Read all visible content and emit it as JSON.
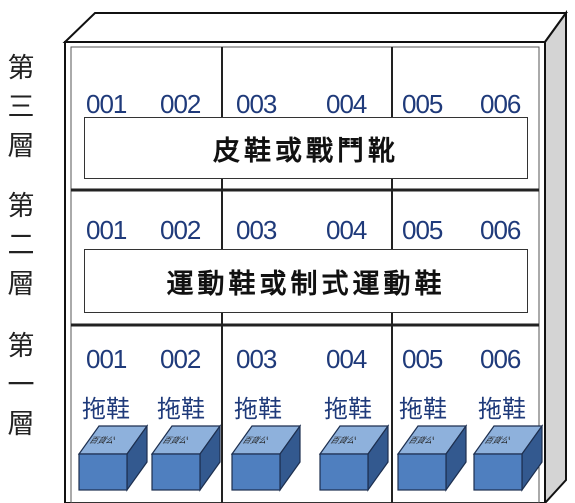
{
  "floors": [
    {
      "label_chars": [
        "第",
        "三",
        "層"
      ],
      "banner": "皮鞋或戰鬥靴"
    },
    {
      "label_chars": [
        "第",
        "二",
        "層"
      ],
      "banner": "運動鞋或制式運動鞋"
    },
    {
      "label_chars": [
        "第",
        "一",
        "層"
      ],
      "item_label": "拖鞋",
      "box_label": "百貨公"
    }
  ],
  "slot_numbers": [
    "001",
    "002",
    "003",
    "004",
    "005",
    "006"
  ],
  "colors": {
    "cabinet_side": "#d4d4d4",
    "box_front": "#4f7fbf",
    "box_top": "#8eb1dc",
    "box_side": "#33598f",
    "number_text": "#1f3a7a"
  }
}
